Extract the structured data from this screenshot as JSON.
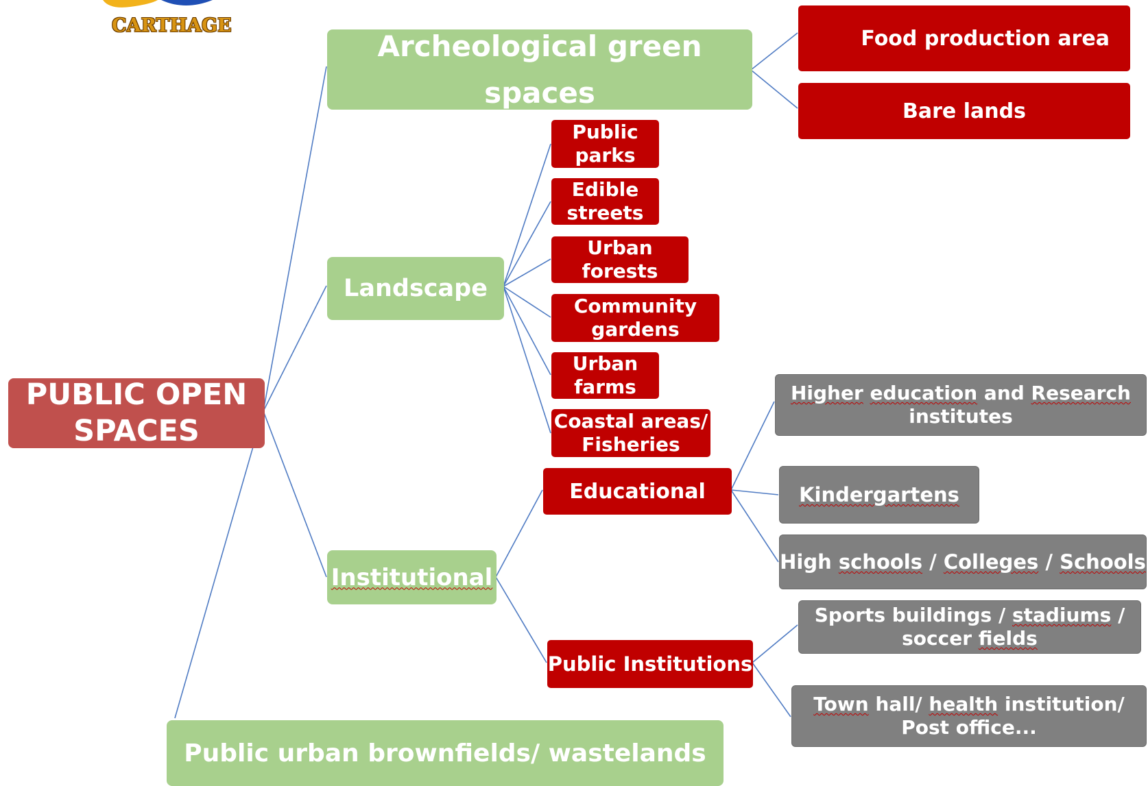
{
  "logo": {
    "text": "CARTHAGE"
  },
  "root": {
    "line1": "PUBLIC OPEN",
    "line2": "SPACES"
  },
  "categories": {
    "archeological": {
      "line1": "Archeological green",
      "line2": "spaces"
    },
    "landscape": "Landscape",
    "institutional": "Institutional",
    "brownfields": "Public urban brownfields/ wastelands"
  },
  "archeological_children": {
    "food": "Food production area",
    "bare": "Bare lands"
  },
  "landscape_children": {
    "parks": {
      "line1": "Public",
      "line2": "parks"
    },
    "edible": {
      "line1": "Edible",
      "line2": "streets"
    },
    "forests": {
      "line1": "Urban",
      "line2": "forests"
    },
    "gardens": {
      "line1": "Community",
      "line2": "gardens"
    },
    "farms": {
      "line1": "Urban",
      "line2": "farms"
    },
    "coastal": {
      "line1": "Coastal areas/",
      "line2": "Fisheries"
    }
  },
  "institutional_children": {
    "educational": "Educational",
    "public_institutions": "Public Institutions"
  },
  "educational_children": {
    "higher": {
      "w1": "Higher",
      "w2": "education",
      "w3": "and",
      "w4": "Research",
      "line2": "institutes"
    },
    "kindergartens": "Kindergartens",
    "schools": {
      "w1": "High",
      "w2": "schools",
      "w3": "/",
      "w4": "Colleges",
      "w5": "/",
      "w6": "Schools"
    }
  },
  "public_institutions_children": {
    "sports": {
      "w1": "Sports buildings /",
      "w2": "stadiums",
      "w3": "/",
      "w4": "soccer",
      "w5": "fields"
    },
    "townhall": {
      "w1": "Town",
      "w2": "hall/",
      "w3": "health",
      "w4": "institution/",
      "line2": "Post office..."
    }
  },
  "colors": {
    "green": "#a8d08d",
    "red": "#c00000",
    "root": "#c0504d",
    "grey": "#808080",
    "connector": "#4f7bc3"
  }
}
